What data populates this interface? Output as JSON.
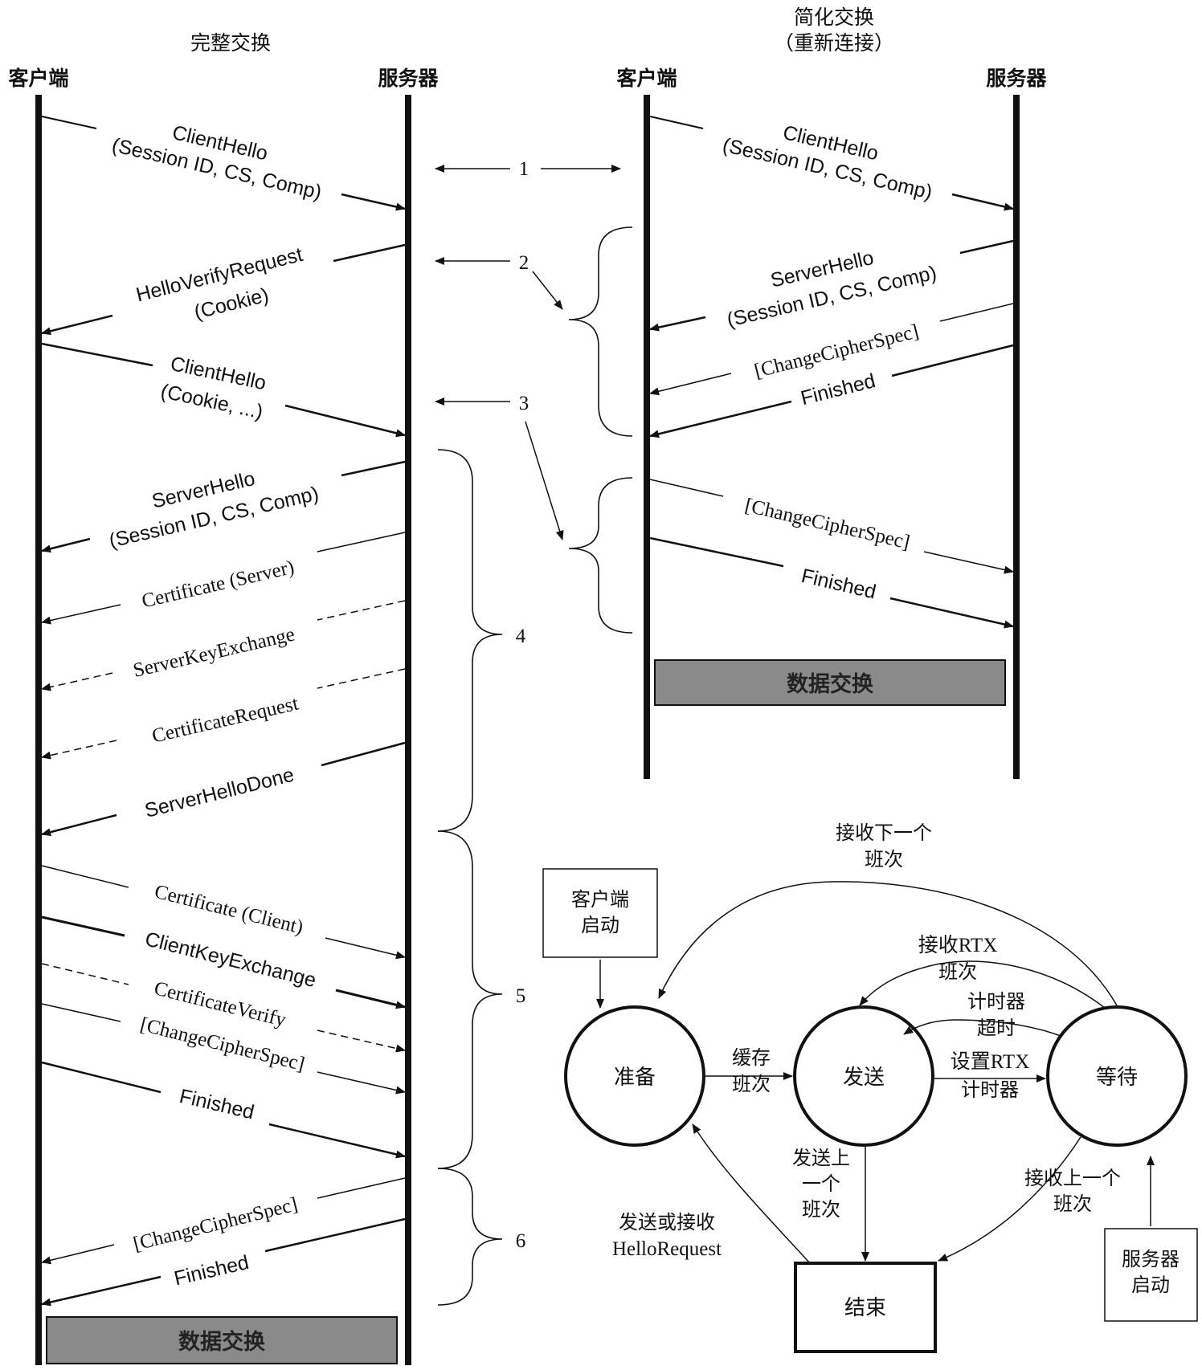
{
  "full": {
    "title": "完整交换",
    "client": "客户端",
    "server": "服务器",
    "data_exchange": "数据交换",
    "messages": [
      {
        "l1": "ClientHello",
        "l2": "(Session ID, CS, Comp)"
      },
      {
        "l1": "HelloVerifyRequest",
        "l2": "(Cookie)"
      },
      {
        "l1": "ClientHello",
        "l2": "(Cookie, ...)"
      },
      {
        "l1": "ServerHello",
        "l2": "(Session ID, CS, Comp)"
      },
      {
        "l1": "Certificate (Server)"
      },
      {
        "l1": "ServerKeyExchange"
      },
      {
        "l1": "CertificateRequest"
      },
      {
        "l1": "ServerHelloDone"
      },
      {
        "l1": "Certificate (Client)"
      },
      {
        "l1": "ClientKeyExchange"
      },
      {
        "l1": "CertificateVerify"
      },
      {
        "l1": "[ChangeCipherSpec]"
      },
      {
        "l1": "Finished"
      },
      {
        "l1": "[ChangeCipherSpec]"
      },
      {
        "l1": "Finished"
      }
    ]
  },
  "abbr": {
    "title1": "简化交换",
    "title2": "（重新连接）",
    "client": "客户端",
    "server": "服务器",
    "data_exchange": "数据交换",
    "messages": [
      {
        "l1": "ClientHello",
        "l2": "(Session ID, CS, Comp)"
      },
      {
        "l1": "ServerHello",
        "l2": "(Session ID, CS, Comp)"
      },
      {
        "l1": "[ChangeCipherSpec]"
      },
      {
        "l1": "Finished"
      },
      {
        "l1": "[ChangeCipherSpec]"
      },
      {
        "l1": "Finished"
      }
    ]
  },
  "numbers": [
    "1",
    "2",
    "3",
    "4",
    "5",
    "6"
  ],
  "fsm": {
    "states": {
      "prepare": "准备",
      "send": "发送",
      "wait": "等待",
      "finish": "结束"
    },
    "client_start": {
      "l1": "客户端",
      "l2": "启动"
    },
    "server_start": {
      "l1": "服务器",
      "l2": "启动"
    },
    "recv_next": {
      "l1": "接收下一个",
      "l2": "班次"
    },
    "recv_rtx": {
      "l1": "接收RTX",
      "l2": "班次"
    },
    "timer": {
      "l1": "计时器",
      "l2": "超时"
    },
    "buffer": {
      "l1": "缓存",
      "l2": "班次"
    },
    "set_rtx": {
      "l1": "设置RTX",
      "l2": "计时器"
    },
    "send_last": {
      "l1": "发送上",
      "l2": "一个",
      "l3": "班次"
    },
    "recv_last": {
      "l1": "接收上一个",
      "l2": "班次"
    },
    "hello_request": {
      "l1": "发送或接收",
      "l2": "HelloRequest"
    }
  }
}
